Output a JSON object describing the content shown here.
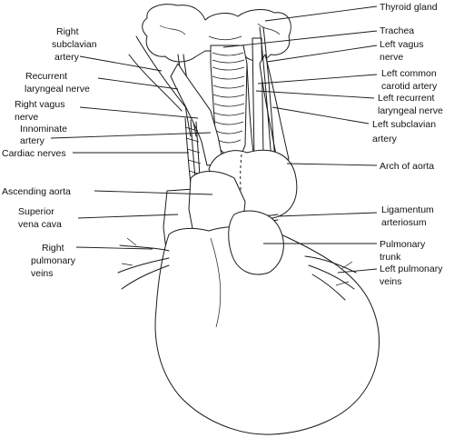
{
  "labels": {
    "thyroid_gland": "Thyroid gland",
    "trachea": "Trachea",
    "left_vagus_l1": "Left vagus",
    "left_vagus_l2": "nerve",
    "left_common_carotid_l1": "Left common",
    "left_common_carotid_l2": "carotid artery",
    "left_recurrent_l1": "Left recurrent",
    "left_recurrent_l2": "laryngeal nerve",
    "left_subclavian_l1": "Left subclavian",
    "left_subclavian_l2": "artery",
    "arch_of_aorta": "Arch of aorta",
    "ligamentum_l1": "Ligamentum",
    "ligamentum_l2": "arteriosum",
    "pulmonary_trunk_l1": "Pulmonary",
    "pulmonary_trunk_l2": "trunk",
    "left_pulmonary_l1": "Left pulmonary",
    "left_pulmonary_l2": "veins",
    "right_subclavian_l1": "Right",
    "right_subclavian_l2": "subclavian",
    "right_subclavian_l3": "artery",
    "recurrent_laryngeal_l1": "Recurrent",
    "recurrent_laryngeal_l2": "laryngeal nerve",
    "right_vagus_l1": "Right vagus",
    "right_vagus_l2": "nerve",
    "innominate_l1": "Innominate",
    "innominate_l2": "artery",
    "cardiac_nerves": "Cardiac nerves",
    "ascending_aorta": "Ascending aorta",
    "superior_vena_cava_l1": "Superior",
    "superior_vena_cava_l2": "vena cava",
    "right_pulmonary_l1": "Right",
    "right_pulmonary_l2": "pulmonary",
    "right_pulmonary_l3": "veins"
  }
}
